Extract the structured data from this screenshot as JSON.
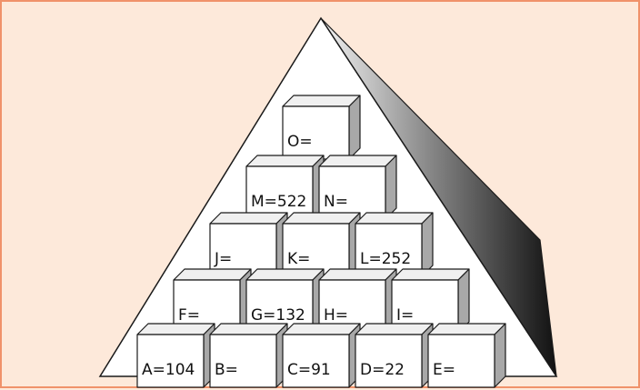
{
  "colors": {
    "background": "#fde9da",
    "border": "#f0926a",
    "pyramid_face": "#ffffff",
    "pyramid_side_dark": "#1a1a1a",
    "pyramid_side_light": "#e6e6e6",
    "block_face": "#ffffff",
    "block_top": "#f0f0f0",
    "block_side": "#a8a8a8",
    "outline": "#1a1a1a"
  },
  "pyramid": {
    "rows": [
      [
        {
          "id": "O",
          "label": "O="
        }
      ],
      [
        {
          "id": "M",
          "label": "M=522"
        },
        {
          "id": "N",
          "label": "N="
        }
      ],
      [
        {
          "id": "J",
          "label": "J="
        },
        {
          "id": "K",
          "label": "K="
        },
        {
          "id": "L",
          "label": "L=252"
        }
      ],
      [
        {
          "id": "F",
          "label": "F="
        },
        {
          "id": "G",
          "label": "G=132"
        },
        {
          "id": "H",
          "label": "H="
        },
        {
          "id": "I",
          "label": "I="
        }
      ],
      [
        {
          "id": "A",
          "label": "A=104"
        },
        {
          "id": "B",
          "label": "B="
        },
        {
          "id": "C",
          "label": "C=91"
        },
        {
          "id": "D",
          "label": "D=22"
        },
        {
          "id": "E",
          "label": "E="
        }
      ]
    ]
  }
}
